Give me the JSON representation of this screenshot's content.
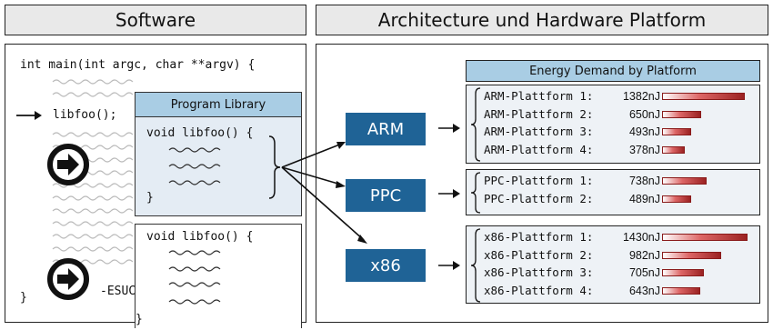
{
  "headers": {
    "software": "Software",
    "architecture": "Architecture und Hardware Platform"
  },
  "code": {
    "main_signature": "int main(int argc, char **argv) {",
    "call": "libfoo();",
    "partial_text": "-ESUC",
    "closing_brace": "}"
  },
  "library": {
    "title": "Program Library",
    "func_signature": "void libfoo() {",
    "closing_brace": "}"
  },
  "library2": {
    "func_signature": "void libfoo() {",
    "closing_brace": "}"
  },
  "platforms": [
    "ARM",
    "PPC",
    "x86"
  ],
  "energy": {
    "title": "Energy Demand by Platform",
    "unit": "nJ",
    "groups": [
      {
        "platform": "ARM",
        "rows": [
          {
            "label": "ARM-Plattform 1:",
            "value": 1382
          },
          {
            "label": "ARM-Plattform 2:",
            "value": 650
          },
          {
            "label": "ARM-Plattform 3:",
            "value": 493
          },
          {
            "label": "ARM-Plattform 4:",
            "value": 378
          }
        ]
      },
      {
        "platform": "PPC",
        "rows": [
          {
            "label": "PPC-Plattform 1:",
            "value": 738
          },
          {
            "label": "PPC-Plattform 2:",
            "value": 489
          }
        ]
      },
      {
        "platform": "x86",
        "rows": [
          {
            "label": "x86-Plattform 1:",
            "value": 1430
          },
          {
            "label": "x86-Plattform 2:",
            "value": 982
          },
          {
            "label": "x86-Plattform 3:",
            "value": 705
          },
          {
            "label": "x86-Plattform 4:",
            "value": 643
          }
        ]
      }
    ]
  }
}
